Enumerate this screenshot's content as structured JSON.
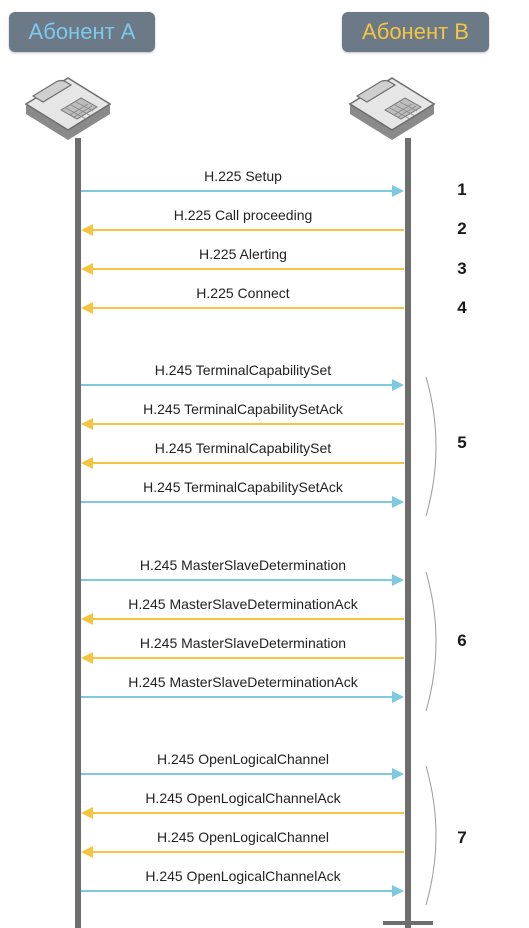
{
  "participants": {
    "a": {
      "label": "Абонент А",
      "text_color": "#7ec8ee"
    },
    "b": {
      "label": "Абонент В",
      "text_color": "#f5c542"
    }
  },
  "colors": {
    "a_to_b": "#7ec8e0",
    "b_to_a": "#f5c542",
    "lifeline": "#6e6e6e",
    "box": "#6b7a86"
  },
  "icons": {
    "phone": "telephone-icon"
  },
  "messages": [
    {
      "label": "H.225 Setup",
      "direction": "a_to_b"
    },
    {
      "label": "H.225 Call proceeding",
      "direction": "b_to_a"
    },
    {
      "label": "H.225 Alerting",
      "direction": "b_to_a"
    },
    {
      "label": "H.225 Connect",
      "direction": "b_to_a"
    },
    {
      "label": "H.245 TerminalCapabilitySet",
      "direction": "a_to_b"
    },
    {
      "label": "H.245 TerminalCapabilitySetAck",
      "direction": "b_to_a"
    },
    {
      "label": "H.245 TerminalCapabilitySet",
      "direction": "b_to_a"
    },
    {
      "label": "H.245 TerminalCapabilitySetAck",
      "direction": "a_to_b"
    },
    {
      "label": "H.245 MasterSlaveDetermination",
      "direction": "a_to_b"
    },
    {
      "label": "H.245 MasterSlaveDeterminationAck",
      "direction": "b_to_a"
    },
    {
      "label": "H.245 MasterSlaveDetermination",
      "direction": "b_to_a"
    },
    {
      "label": "H.245 MasterSlaveDeterminationAck",
      "direction": "a_to_b"
    },
    {
      "label": "H.245 OpenLogicalChannel",
      "direction": "a_to_b"
    },
    {
      "label": "H.245 OpenLogicalChannelAck",
      "direction": "b_to_a"
    },
    {
      "label": "H.245 OpenLogicalChannel",
      "direction": "b_to_a"
    },
    {
      "label": "H.245 OpenLogicalChannelAck",
      "direction": "a_to_b"
    }
  ],
  "steps": [
    "1",
    "2",
    "3",
    "4",
    "5",
    "6",
    "7"
  ],
  "step_groups": [
    {
      "step": "5",
      "messages": [
        4,
        5,
        6,
        7
      ]
    },
    {
      "step": "6",
      "messages": [
        8,
        9,
        10,
        11
      ]
    },
    {
      "step": "7",
      "messages": [
        12,
        13,
        14,
        15
      ]
    }
  ]
}
